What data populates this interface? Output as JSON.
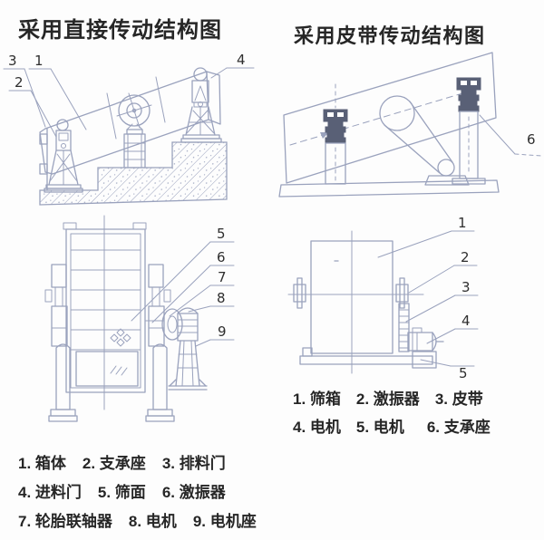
{
  "page": {
    "background": "#fdfdfd",
    "line_color": "#9aa2bd",
    "dark_fill": "#596076",
    "text_color": "#262626"
  },
  "left": {
    "title": "采用直接传动结构图",
    "top_callouts": {
      "n1": "1",
      "n2": "2",
      "n3": "3",
      "n4": "4"
    },
    "bottom_callouts": {
      "n5": "5",
      "n6": "6",
      "n7": "7",
      "n8": "8",
      "n9": "9"
    },
    "legend": [
      [
        "1. 箱体",
        "2. 支承座",
        "3. 排料门"
      ],
      [
        "4. 进料门",
        "5. 筛面",
        "6. 激振器"
      ],
      [
        "7. 轮胎联轴器",
        "8. 电机",
        "9. 电机座"
      ]
    ]
  },
  "right": {
    "title": "采用皮带传动结构图",
    "top_callouts": {
      "n6": "6"
    },
    "bottom_callouts": {
      "n1": "1",
      "n2": "2",
      "n3": "3",
      "n4": "4",
      "n5": "5"
    },
    "legend": [
      [
        "1. 筛箱",
        "2. 激振器",
        "3. 皮带"
      ],
      [
        "4. 电机",
        "5. 电机",
        "6. 支承座"
      ]
    ]
  }
}
